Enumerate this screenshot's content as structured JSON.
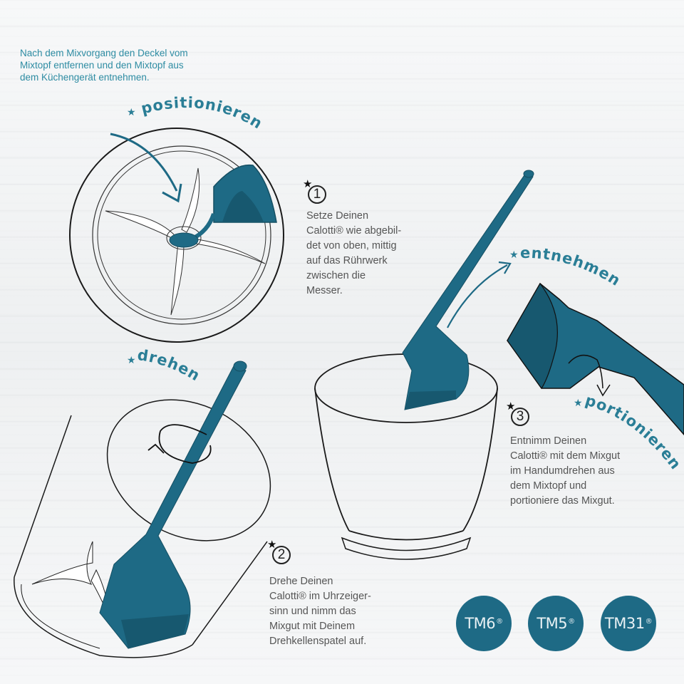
{
  "intro": {
    "text_lines": [
      "Nach dem Mixvorgang den Deckel vom",
      "Mixtopf entfernen und den Mixtopf aus",
      "dem Küchengerät entnehmen."
    ]
  },
  "labels": {
    "positionieren": "positionieren",
    "drehen": "drehen",
    "entnehmen": "entnehmen",
    "portionieren": "portionieren",
    "star": "★"
  },
  "steps": [
    {
      "number": "1",
      "lines": [
        "Setze Deinen",
        "Calotti® wie abgebil-",
        "det von oben, mittig",
        "auf das Rührwerk",
        "zwischen die",
        "Messer."
      ]
    },
    {
      "number": "2",
      "lines": [
        "Drehe Deinen",
        "Calotti® im Uhrzeiger-",
        "sinn und nimm das",
        "Mixgut mit Deinem",
        "Drehkellenspatel auf."
      ]
    },
    {
      "number": "3",
      "lines": [
        "Entnimm Deinen",
        "Calotti® mit dem Mixgut",
        "im Handumdrehen aus",
        "dem Mixtopf und",
        "portioniere das Mixgut."
      ]
    }
  ],
  "models": [
    {
      "name": "TM6",
      "mark": "®"
    },
    {
      "name": "TM5",
      "mark": "®"
    },
    {
      "name": "TM31",
      "mark": "®"
    }
  ],
  "colors": {
    "teal": "#1e6a85",
    "teal_dark": "#17586f",
    "label_teal": "#2a7e96",
    "intro_teal": "#2e8ca3",
    "text_gray": "#555555"
  }
}
